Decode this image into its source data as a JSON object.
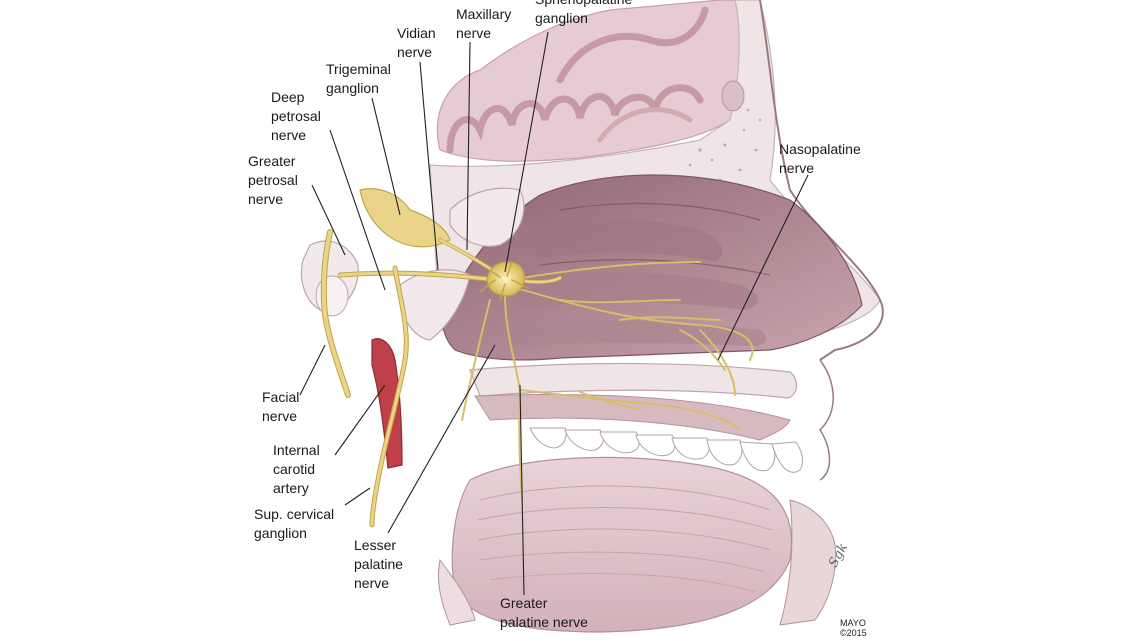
{
  "labels": {
    "vidian": "Vidian\nnerve",
    "maxillary": "Maxillary\nnerve",
    "sphenopalatine": "Sphenopalatine\nganglion",
    "trigeminal": "Trigeminal\nganglion",
    "deep_petrosal": "Deep\npetrosal\nnerve",
    "greater_petrosal": "Greater\npetrosal\nnerve",
    "nasopalatine": "Nasopalatine\nnerve",
    "facial": "Facial\nnerve",
    "internal_carotid": "Internal\ncarotid\nartery",
    "sup_cervical": "Sup. cervical\nganglion",
    "lesser_palatine": "Lesser\npalatine\nnerve",
    "greater_palatine": "Greater\npalatine nerve"
  },
  "credit": {
    "mayo": "MAYO\n©2015",
    "signature": "Sgk"
  },
  "colors": {
    "brain": "#e7cbd2",
    "brain_fold": "#d9aeba",
    "bone": "#efe5e6",
    "cavity": "#a77f8b",
    "cavity_dark": "#8d6470",
    "nerve": "#ead48a",
    "nerve_outline": "#c2a449",
    "ganglion": "#e6cb6a",
    "artery": "#c0404a",
    "skin_line": "#9a7a80",
    "leader": "#222222"
  }
}
